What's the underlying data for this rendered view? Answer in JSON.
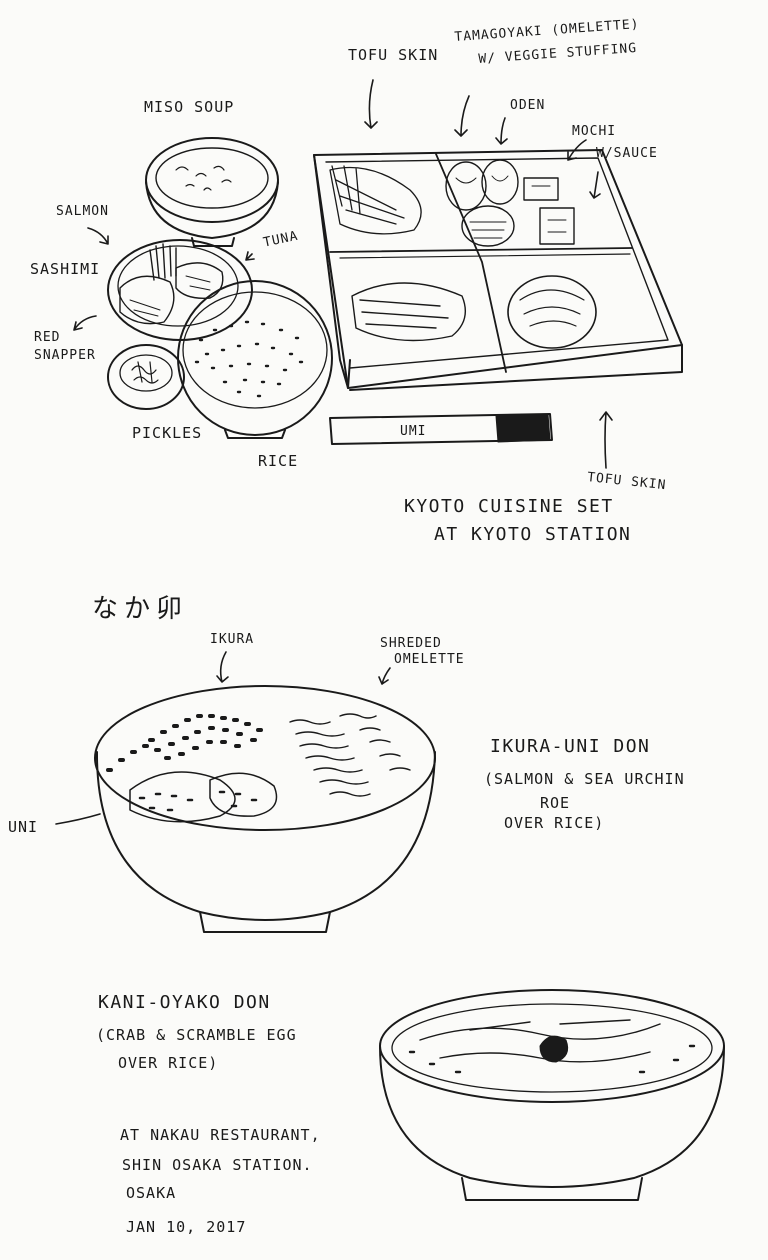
{
  "top_set": {
    "labels": {
      "miso_soup": "MISO SOUP",
      "tofu_skin_top": "TOFU SKIN",
      "tamagoyaki_line1": "TAMAGOYAKI (OMELETTE)",
      "tamagoyaki_line2": "W/ VEGGIE STUFFING",
      "oden": "ODEN",
      "mochi_line1": "MOCHI",
      "mochi_line2": "W/SAUCE",
      "salmon": "SALMON",
      "sashimi": "SASHIMI",
      "tuna": "TUNA",
      "red_snapper_line1": "RED",
      "red_snapper_line2": "SNAPPER",
      "pickles": "PICKLES",
      "rice": "RICE",
      "chopsticks": "UMI",
      "tofu_skin_bottom": "TOFU SKIN"
    },
    "caption_line1": "KYOTO CUISINE SET",
    "caption_line2": "AT KYOTO STATION"
  },
  "ikura_don": {
    "kanji": "なか卯",
    "label_ikura": "IKURA",
    "label_shredded_line1": "SHREDED",
    "label_shredded_line2": "OMELETTE",
    "label_uni": "UNI",
    "title": "IKURA-UNI DON",
    "desc_line1": "(SALMON & SEA URCHIN",
    "desc_line2": "ROE",
    "desc_line3": "OVER RICE)"
  },
  "kani_don": {
    "title": "KANI-OYAKO DON",
    "desc_line1": "(CRAB & SCRAMBLE EGG",
    "desc_line2": "OVER RICE)"
  },
  "footer": {
    "line1": "AT NAKAU RESTAURANT,",
    "line2": "SHIN OSAKA STATION.",
    "line3": "OSAKA",
    "date": "JAN 10, 2017"
  }
}
